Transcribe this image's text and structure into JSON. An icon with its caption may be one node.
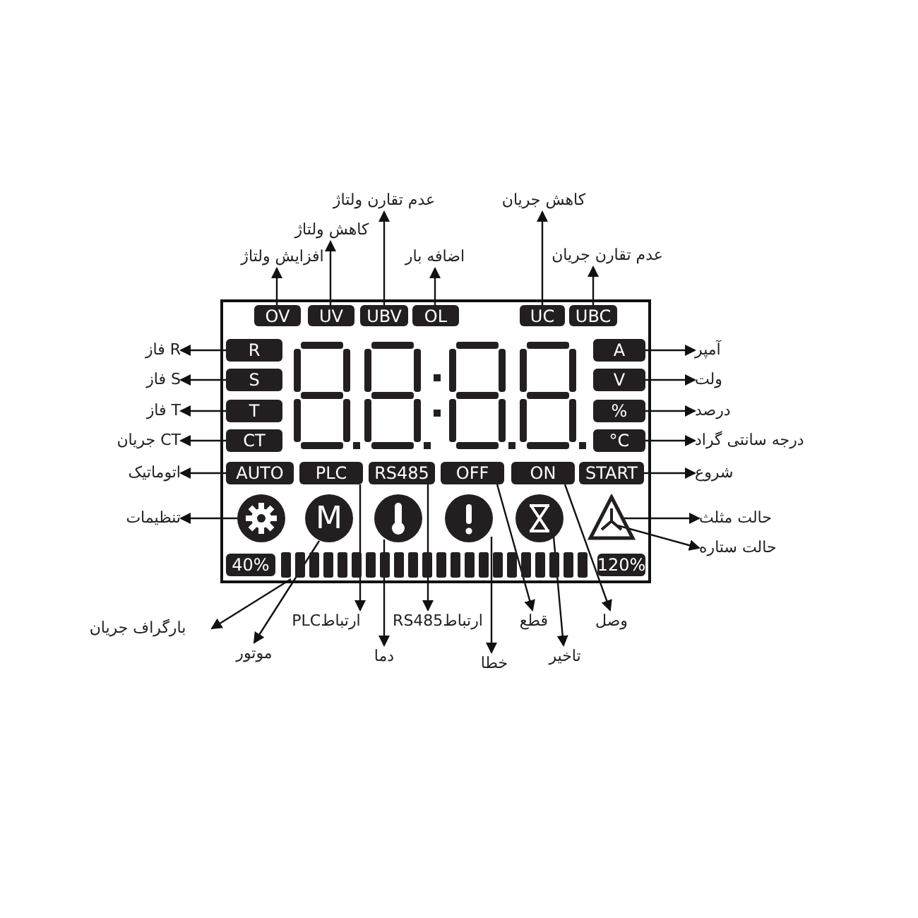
{
  "diagram": {
    "nodes": [
      {
        "text": [
          "OV"
        ]
      },
      {
        "text": [
          "UV"
        ]
      },
      {
        "text": [
          "UBV"
        ]
      },
      {
        "text": [
          "OL"
        ]
      },
      {
        "text": [
          "UC"
        ]
      },
      {
        "text": [
          "UBC"
        ]
      },
      {
        "text": [
          "R"
        ]
      },
      {
        "text": [
          "S"
        ]
      },
      {
        "text": [
          "T"
        ]
      },
      {
        "text": [
          "CT"
        ]
      },
      {
        "text": [
          "A"
        ]
      },
      {
        "text": [
          "V"
        ]
      },
      {
        "text": [
          "%"
        ]
      },
      {
        "text": [
          "°C"
        ]
      },
      {
        "text": [
          "AUTO"
        ]
      },
      {
        "text": [
          "PLC"
        ]
      },
      {
        "text": [
          "RS485"
        ]
      },
      {
        "text": [
          "OFF"
        ]
      },
      {
        "text": [
          "ON"
        ]
      },
      {
        "text": [
          "START"
        ]
      },
      {
        "text": [],
        "shape": "picture"
      },
      {
        "text": [
          "M"
        ]
      },
      {
        "text": [],
        "shape": "picture"
      },
      {
        "text": [],
        "shape": "picture"
      },
      {
        "text": [],
        "shape": "picture"
      },
      {
        "text": [],
        "shape": "picture"
      },
      {
        "text": [
          "40%"
        ]
      },
      {
        "text": [],
        "shape": "bar"
      },
      {
        "text": [
          "120%"
        ]
      },
      {
        "text": [
          "افزایش ولتاژ"
        ]
      },
      {
        "text": [
          "کاهش ولتاژ"
        ]
      },
      {
        "text": [
          "عدم تقارن ولتاژ"
        ]
      },
      {
        "text": [
          "اضافه بار"
        ]
      },
      {
        "text": [
          "کاهش جریان"
        ]
      },
      {
        "text": [
          "عدم تقارن جریان"
        ]
      },
      {
        "text": [
          "فاز R"
        ]
      },
      {
        "text": [
          "فاز S"
        ]
      },
      {
        "text": [
          "فاز T"
        ]
      },
      {
        "text": [
          "جریان CT"
        ]
      },
      {
        "text": [
          "اتوماتیک"
        ]
      },
      {
        "text": [
          "تنظیمات"
        ]
      },
      {
        "text": [
          "آمپر"
        ]
      },
      {
        "text": [
          "ولت"
        ]
      },
      {
        "text": [
          "درصد"
        ]
      },
      {
        "text": [
          "درجه سانتی گراد"
        ]
      },
      {
        "text": [
          "شروع"
        ]
      },
      {
        "text": [
          "حالت مثلث"
        ]
      },
      {
        "text": [
          "حالت ستاره"
        ]
      },
      {
        "text": [
          "بارگراف جریان"
        ]
      },
      {
        "text": [
          "موتور"
        ]
      },
      {
        "text": [
          "ارتباطPLC"
        ]
      },
      {
        "text": [
          "دما"
        ]
      },
      {
        "text": [
          "ارتباطRS485"
        ]
      },
      {
        "text": [
          "خطا"
        ]
      },
      {
        "text": [
          "قطع"
        ]
      },
      {
        "text": [
          "تاخیر"
        ]
      },
      {
        "text": [
          "وصل"
        ]
      }
    ],
    "edges": [
      {
        "from": 0,
        "to": 29,
        "arrow": "to"
      },
      {
        "from": 1,
        "to": 30,
        "arrow": "to"
      },
      {
        "from": 2,
        "to": 31,
        "arrow": "to"
      },
      {
        "from": 3,
        "to": 32,
        "arrow": "to"
      },
      {
        "from": 4,
        "to": 33,
        "arrow": "to"
      },
      {
        "from": 5,
        "to": 34,
        "arrow": "to"
      },
      {
        "from": 6,
        "to": 35,
        "arrow": "to"
      },
      {
        "from": 7,
        "to": 36,
        "arrow": "to"
      },
      {
        "from": 8,
        "to": 37,
        "arrow": "to"
      },
      {
        "from": 9,
        "to": 38,
        "arrow": "to"
      },
      {
        "from": 14,
        "to": 39,
        "arrow": "to"
      },
      {
        "from": 20,
        "to": 40,
        "arrow": "to"
      },
      {
        "from": 10,
        "to": 41,
        "arrow": "to"
      },
      {
        "from": 11,
        "to": 42,
        "arrow": "to"
      },
      {
        "from": 12,
        "to": 43,
        "arrow": "to"
      },
      {
        "from": 13,
        "to": 44,
        "arrow": "to"
      },
      {
        "from": 19,
        "to": 45,
        "arrow": "to"
      },
      {
        "from": 25,
        "to": 46,
        "arrow": "to"
      },
      {
        "from": 25,
        "to": 47,
        "arrow": "to"
      },
      {
        "from": 27,
        "to": 48,
        "arrow": "to"
      },
      {
        "from": 21,
        "to": 49,
        "arrow": "to"
      },
      {
        "from": 15,
        "to": 50,
        "arrow": "to"
      },
      {
        "from": 22,
        "to": 51,
        "arrow": "to"
      },
      {
        "from": 16,
        "to": 52,
        "arrow": "to"
      },
      {
        "from": 23,
        "to": 53,
        "arrow": "to"
      },
      {
        "from": 17,
        "to": 54,
        "arrow": "to"
      },
      {
        "from": 24,
        "to": 55,
        "arrow": "to"
      },
      {
        "from": 18,
        "to": 56,
        "arrow": "to"
      }
    ]
  }
}
